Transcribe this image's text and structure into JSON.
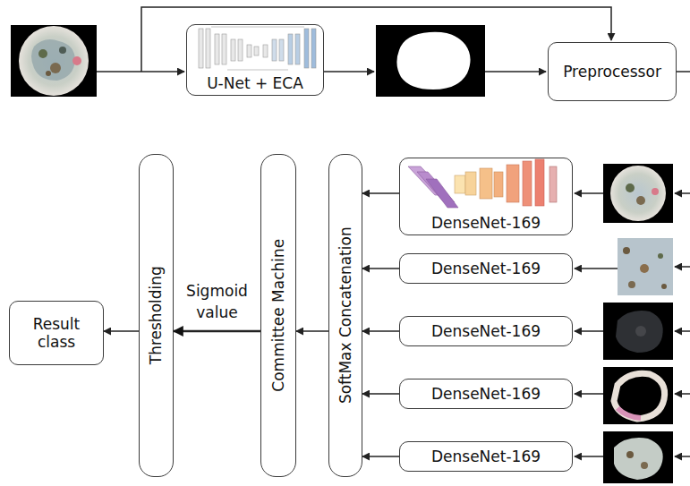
{
  "diagram": {
    "nodes": [
      {
        "text": [
          "U-Net + ECA"
        ]
      },
      {
        "text": [
          "Preprocessor"
        ]
      },
      {
        "text": [
          "Result class"
        ]
      },
      {
        "text": [
          "Thresholding"
        ]
      },
      {
        "text": [
          "Committee Machine"
        ]
      },
      {
        "text": [
          "SoftMax Concatenation"
        ]
      },
      {
        "text": [
          "DenseNet-169"
        ]
      },
      {
        "text": [
          "DenseNet-169"
        ]
      },
      {
        "text": [
          "DenseNet-169"
        ]
      },
      {
        "text": [
          "DenseNet-169"
        ]
      },
      {
        "text": [
          "DenseNet-169"
        ]
      }
    ],
    "edges": [
      {
        "from": 6,
        "to": 5,
        "arrow": "to"
      },
      {
        "from": 7,
        "to": 5,
        "arrow": "to"
      },
      {
        "from": 8,
        "to": 5,
        "arrow": "to"
      },
      {
        "from": 9,
        "to": 5,
        "arrow": "to"
      },
      {
        "from": 10,
        "to": 5,
        "arrow": "to"
      },
      {
        "from": 5,
        "to": 4,
        "arrow": "to"
      },
      {
        "from": 4,
        "to": 3,
        "label": "Sigmoid value",
        "arrow": "to"
      },
      {
        "from": 3,
        "to": 2,
        "arrow": "to"
      }
    ]
  }
}
